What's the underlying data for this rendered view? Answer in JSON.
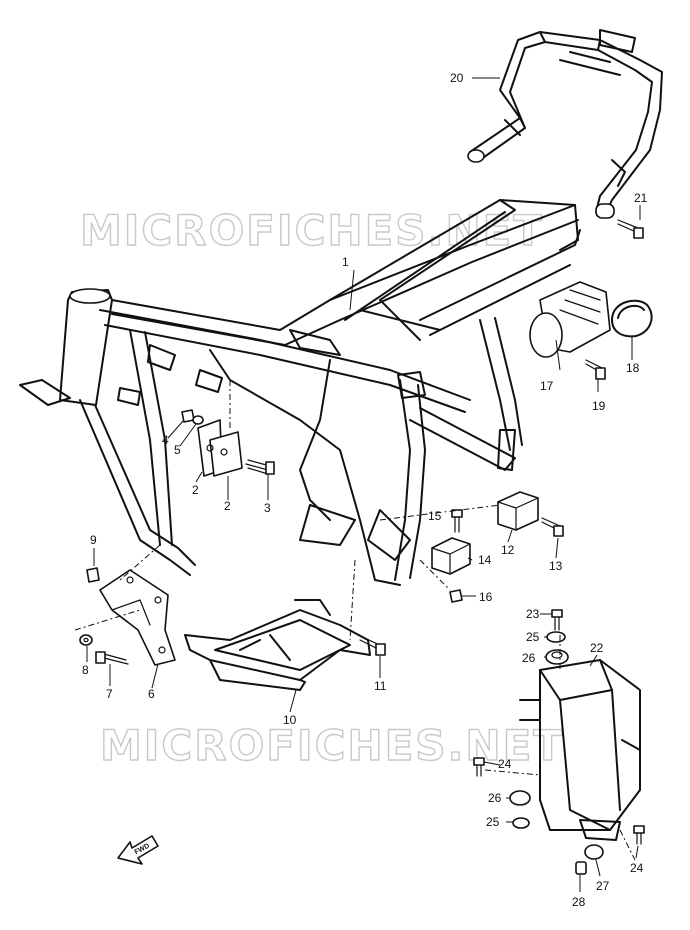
{
  "watermarks": [
    "MICROFICHES.NET",
    "MICROFICHES.NET"
  ],
  "fwd_label": "FWD",
  "callouts": {
    "c1": "1",
    "c2a": "2",
    "c2b": "2",
    "c3": "3",
    "c4": "4",
    "c5": "5",
    "c6": "6",
    "c7": "7",
    "c8": "8",
    "c9": "9",
    "c10": "10",
    "c11": "11",
    "c12": "12",
    "c13": "13",
    "c14": "14",
    "c15": "15",
    "c16": "16",
    "c17": "17",
    "c18": "18",
    "c19": "19",
    "c20": "20",
    "c21": "21",
    "c22": "22",
    "c23": "23",
    "c24a": "24",
    "c24b": "24",
    "c25a": "25",
    "c25b": "25",
    "c26a": "26",
    "c26b": "26",
    "c27": "27",
    "c28": "28"
  }
}
